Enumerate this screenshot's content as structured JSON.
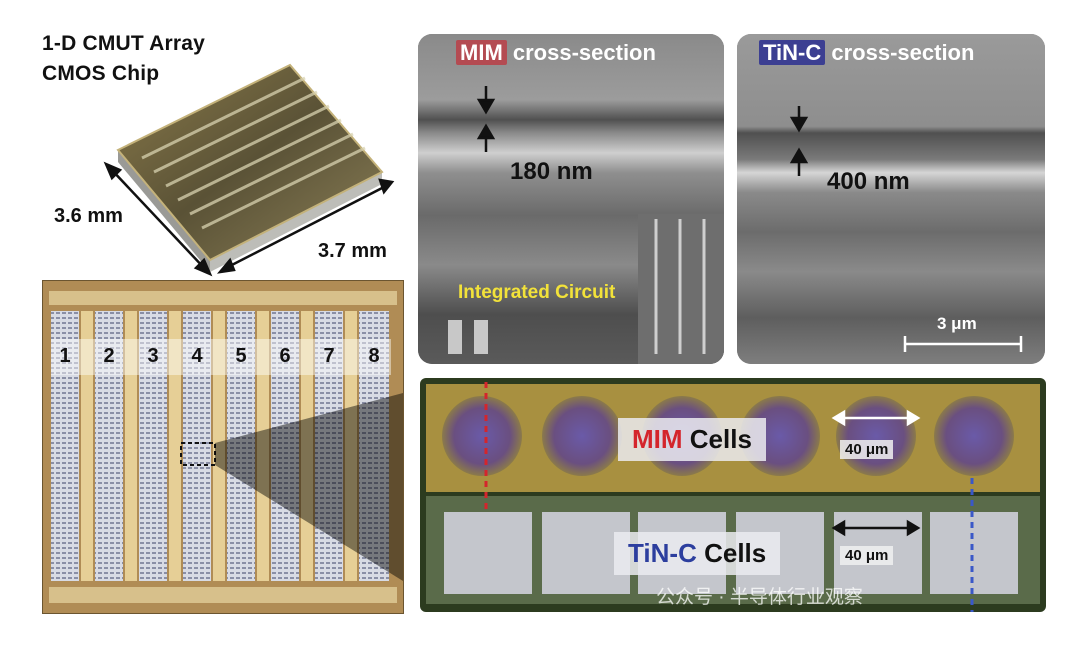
{
  "chip": {
    "title_line1": "1-D CMUT Array",
    "title_line2": "CMOS Chip",
    "dim_width": "3.6 mm",
    "dim_length": "3.7 mm"
  },
  "array": {
    "column_numbers": [
      "1",
      "2",
      "3",
      "4",
      "5",
      "6",
      "7",
      "8"
    ]
  },
  "mim_sem": {
    "label_tag": "MIM",
    "label_rest": " cross-section",
    "thickness": "180 nm",
    "circuit_label": "Integrated Circuit"
  },
  "tinc_sem": {
    "label_tag": "TiN-C",
    "label_rest": " cross-section",
    "thickness": "400 nm",
    "scale_bar": "3 μm"
  },
  "cells": {
    "mim_tag": "MIM",
    "mim_rest": " Cells",
    "tinc_tag": "TiN-C",
    "tinc_rest": " Cells",
    "pitch_top": "40 μm",
    "pitch_bottom": "40 μm"
  },
  "watermark": "公众号 · 半导体行业观察",
  "colors": {
    "mim_red": "#d4252c",
    "tinc_blue": "#2c3e9e",
    "circuit_yellow": "#f2e23a"
  }
}
